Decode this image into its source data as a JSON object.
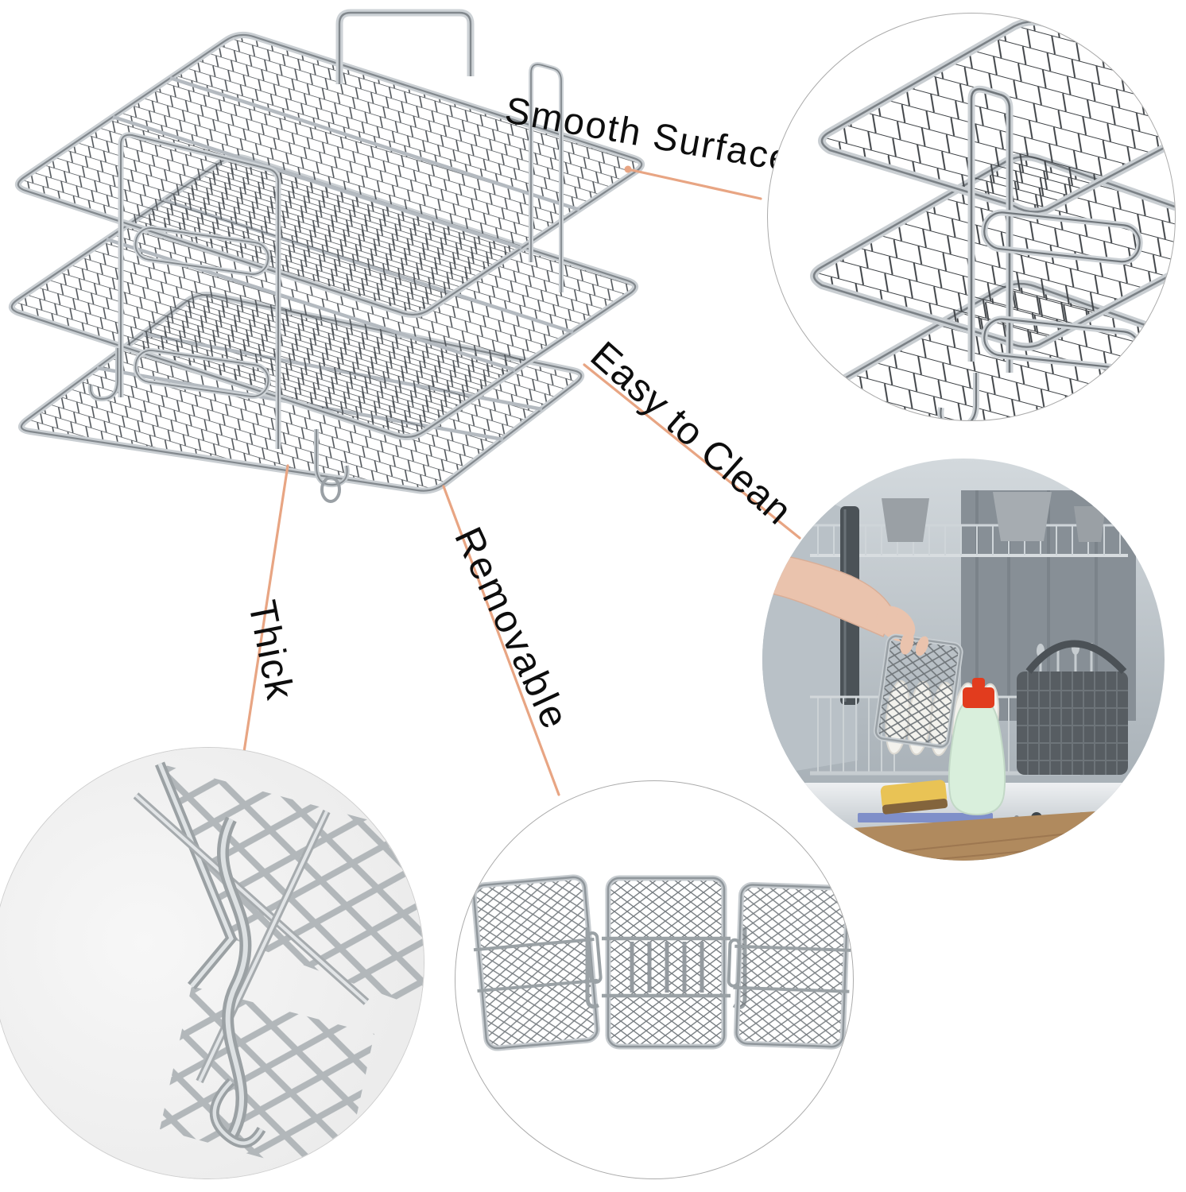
{
  "labels": {
    "smooth_surface": "Smooth Surface",
    "easy_to_clean": "Easy to Clean",
    "thick": "Thick",
    "removable": "Removable"
  },
  "colors": {
    "background": "#ffffff",
    "label_text": "#0d0d0d",
    "leader_line": "#e8a583",
    "circle_border": "#ababab",
    "steel_wire_light": "#c9ced2",
    "steel_wire_dark": "#82888d",
    "mesh_line": "#4e5358",
    "bottle_body": "#d9efdc",
    "bottle_cap": "#e23c1e",
    "sponge_yellow": "#e9c355",
    "hand_skin": "#eac3ad",
    "wood_floor": "#b08a5e"
  }
}
